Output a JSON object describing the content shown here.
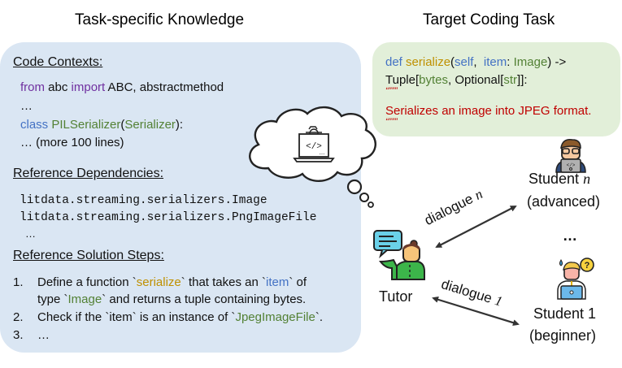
{
  "titles": {
    "left": "Task-specific Knowledge",
    "right": "Target Coding Task"
  },
  "knowledge": {
    "code_contexts": {
      "header": "Code Contexts:",
      "line1": {
        "kw1": "from",
        "mod": " abc ",
        "kw2": "import",
        "rest": " ABC, abstractmethod"
      },
      "line2": "…",
      "line3": {
        "kw": "class",
        "name": " PILSerializer",
        "open": "(",
        "base": "Serializer",
        "close": "):"
      },
      "line4": "… (more 100 lines)"
    },
    "dependencies": {
      "header": "Reference Dependencies:",
      "items": [
        "litdata.streaming.serializers.Image",
        "litdata.streaming.serializers.PngImageFile"
      ],
      "more": "…"
    },
    "solution_steps": {
      "header": "Reference Solution Steps:",
      "steps": [
        {
          "num": "1.",
          "p1": "Define a function `",
          "h1": "serialize",
          "p2": "` that takes an `",
          "h2": "item",
          "p3": "` of",
          "p4": "type `",
          "h3": "Image",
          "p5": "` and returns a tuple containing bytes."
        },
        {
          "num": "2.",
          "p1": "Check if the `item` is an instance of `",
          "h1": "JpegImageFile",
          "p2": "`."
        },
        {
          "num": "3.",
          "p1": "…"
        }
      ]
    }
  },
  "target_task": {
    "line1": {
      "def": "def",
      "fn": " serialize",
      "open": "(",
      "self": "self",
      "comma": ",  ",
      "item": "item",
      "colon": ": ",
      "type": "Image",
      "close": ") ->"
    },
    "line2": {
      "tuple": "Tuple[",
      "bytes": "bytes",
      "opt": ", Optional[",
      "str": "str",
      "end": "]]:"
    },
    "quote_open": "“”””",
    "docstring": "Serializes an image into JPEG format.",
    "quote_close": "“”””"
  },
  "actors": {
    "tutor": "Tutor",
    "student_n": {
      "name": "Student ",
      "var": "n",
      "level": "(advanced)"
    },
    "ellipsis": "…",
    "student_1": {
      "name": "Student 1",
      "level": "(beginner)"
    }
  },
  "dialogues": {
    "n": {
      "text": "dialogue ",
      "var": "n"
    },
    "one": {
      "text": "dialogue ",
      "var": "1"
    }
  },
  "icons": {
    "thought": "thought-cloud-icon",
    "laptop": "laptop-code-icon",
    "tutor": "tutor-icon",
    "student_adv": "student-advanced-icon",
    "student_beg": "student-beginner-icon"
  }
}
